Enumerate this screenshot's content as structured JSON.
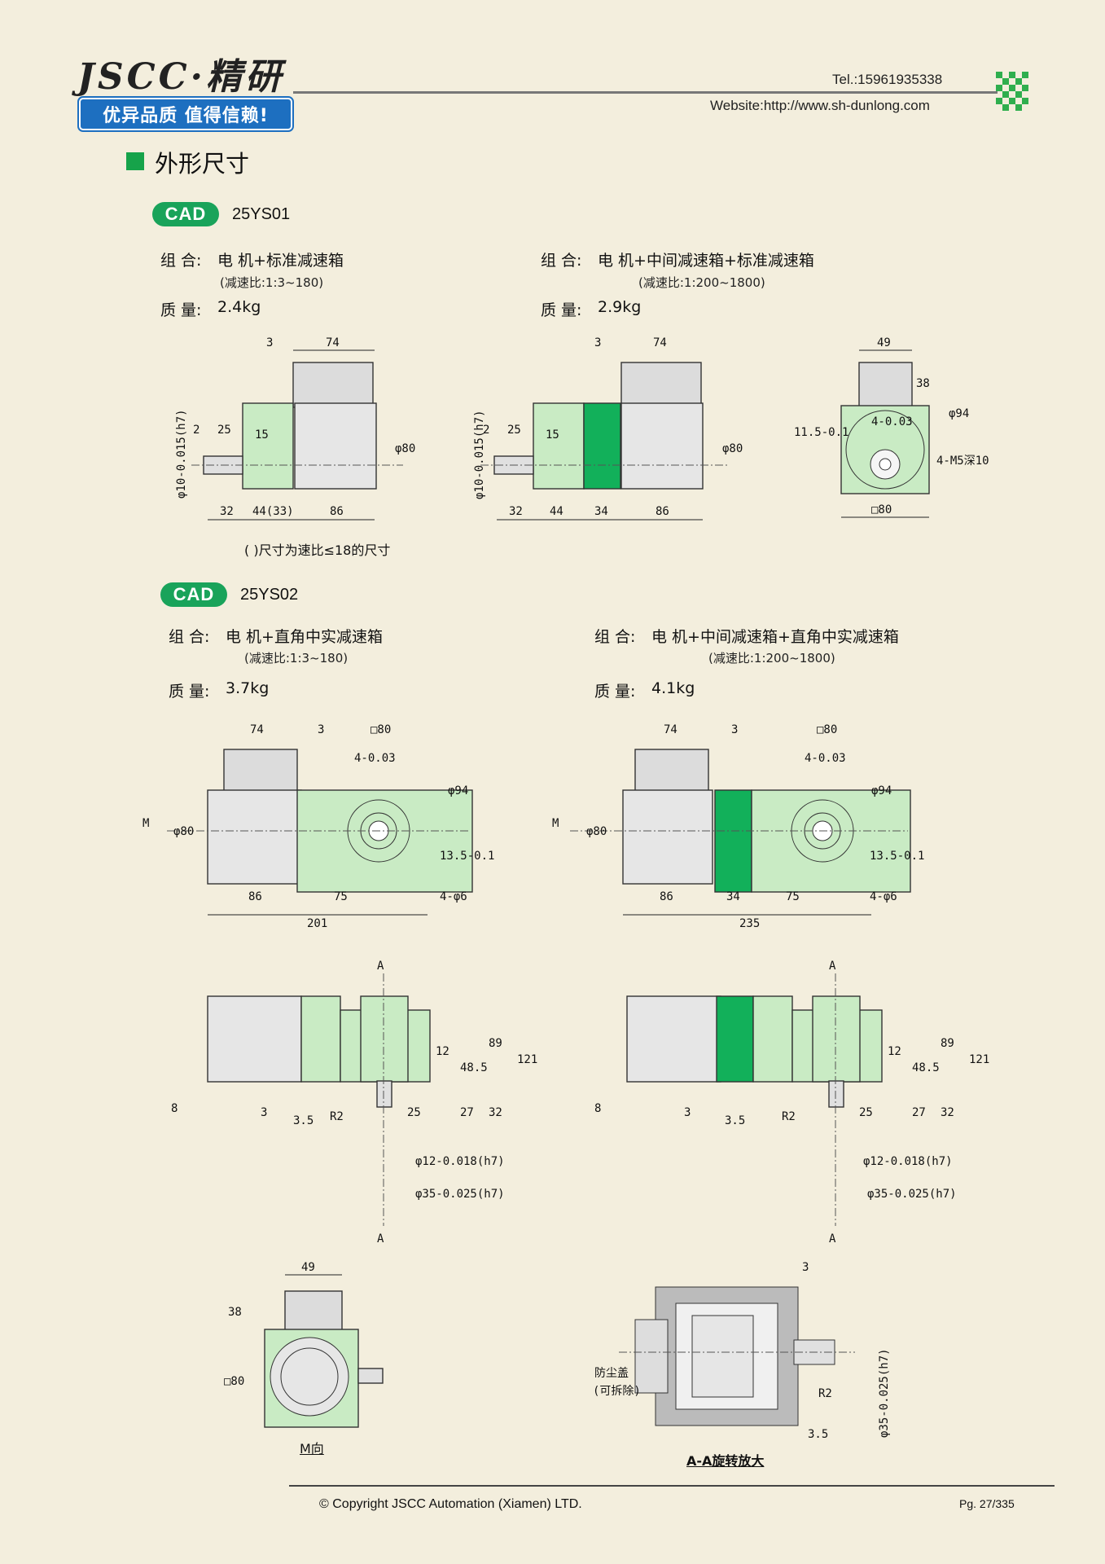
{
  "header": {
    "logo": "JSCC·精研",
    "slogan": "优异品质 值得信赖!",
    "tel": "Tel.:15961935338",
    "website": "Website:http://www.sh-dunlong.com"
  },
  "section": {
    "title": "外形尺寸"
  },
  "cad1": {
    "badge": "CAD",
    "model": "25YS01",
    "left": {
      "combo_label": "组 合:",
      "combo_value": "电 机+标准减速箱",
      "ratio": "(减速比:1:3~180)",
      "mass_label": "质 量:",
      "mass_value": "2.4kg"
    },
    "right": {
      "combo_label": "组 合:",
      "combo_value": "电 机+中间减速箱+标准减速箱",
      "ratio": "(减速比:1:200~1800)",
      "mass_label": "质 量:",
      "mass_value": "2.9kg"
    },
    "note": "( )尺寸为速比≤18的尺寸",
    "dims_a": {
      "d1": "3",
      "d2": "74",
      "d3": "2",
      "d4": "25",
      "d5": "15",
      "d6": "32",
      "d7": "44(33)",
      "d8": "86",
      "shaft": "φ10-0.015(h7)",
      "dia": "φ80"
    },
    "dims_b": {
      "d1": "3",
      "d2": "74",
      "d3": "2",
      "d4": "25",
      "d5": "15",
      "d6": "32",
      "d7": "44",
      "d8": "34",
      "d9": "86",
      "shaft": "φ10-0.015(h7)",
      "dia": "φ80"
    },
    "dims_c": {
      "d1": "49",
      "d2": "38",
      "d3": "11.5-0.1",
      "d4": "4-0.03",
      "d5": "φ94",
      "d6": "4-M5深10",
      "d7": "□80"
    }
  },
  "cad2": {
    "badge": "CAD",
    "model": "25YS02",
    "left": {
      "combo_label": "组 合:",
      "combo_value": "电 机+直角中实减速箱",
      "ratio": "(减速比:1:3~180)",
      "mass_label": "质 量:",
      "mass_value": "3.7kg"
    },
    "right": {
      "combo_label": "组 合:",
      "combo_value": "电 机+中间减速箱+直角中实减速箱",
      "ratio": "(减速比:1:200~1800)",
      "mass_label": "质 量:",
      "mass_value": "4.1kg"
    },
    "front_a": {
      "d1": "74",
      "d2": "3",
      "d3": "□80",
      "d4": "4-0.03",
      "d5": "φ94",
      "d6": "M",
      "d7": "φ80",
      "d8": "13.5-0.1",
      "d9": "4-φ6",
      "d10": "86",
      "d11": "75",
      "d12": "201"
    },
    "front_b": {
      "d1": "74",
      "d2": "3",
      "d3": "□80",
      "d4": "4-0.03",
      "d5": "φ94",
      "d6": "M",
      "d7": "φ80",
      "d8": "13.5-0.1",
      "d9": "4-φ6",
      "d10": "86",
      "d11": "34",
      "d12": "75",
      "d13": "235"
    },
    "top_a": {
      "a": "A",
      "d1": "12",
      "d2": "48.5",
      "d3": "89",
      "d4": "121",
      "d5": "8",
      "d6": "3",
      "d7": "3.5",
      "d8": "R2",
      "d9": "25",
      "d10": "27",
      "d11": "32",
      "d12": "φ12-0.018(h7)",
      "d13": "φ35-0.025(h7)"
    },
    "top_b": {
      "a": "A",
      "d1": "12",
      "d2": "48.5",
      "d3": "89",
      "d4": "121",
      "d5": "8",
      "d6": "3",
      "d7": "3.5",
      "d8": "R2",
      "d9": "25",
      "d10": "27",
      "d11": "32",
      "d12": "φ12-0.018(h7)",
      "d13": "φ35-0.025(h7)"
    },
    "m_view": {
      "d1": "49",
      "d2": "38",
      "d3": "□80",
      "caption": "M向"
    },
    "section_view": {
      "d1": "3",
      "d2": "防尘盖",
      "d3": "(可拆除)",
      "d4": "R2",
      "d5": "3.5",
      "d6": "φ35-0.025(h7)",
      "caption": "A-A旋转放大"
    }
  },
  "footer": {
    "copyright": "© Copyright JSCC Automation (Xiamen) LTD.",
    "page": "Pg. 27/335"
  },
  "colors": {
    "accent_green": "#19a35a",
    "light_green": "#c9ebc4",
    "dark_green": "#12b05a",
    "blue": "#1d6fc0",
    "bg": "#f3eedd"
  }
}
